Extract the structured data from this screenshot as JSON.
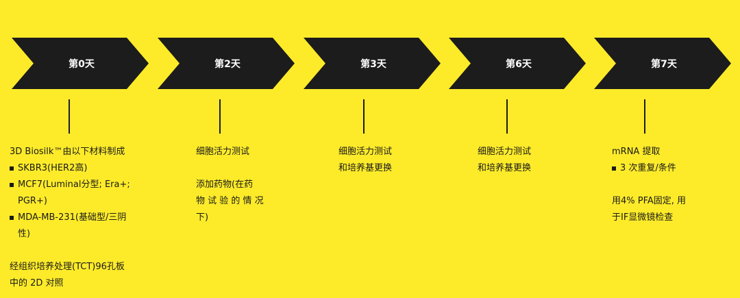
{
  "days": [
    {
      "label": "第0天"
    },
    {
      "label": "第2天"
    },
    {
      "label": "第3天"
    },
    {
      "label": "第6天"
    },
    {
      "label": "第7天"
    }
  ],
  "col0": {
    "l1": "3D Biosilk™由以下材料制成",
    "b1": "SKBR3(HER2高)",
    "b2": "MCF7(Luminal分型; Era+;",
    "b2c": "PGR+)",
    "b3": "MDA-MB-231(基础型/三阴",
    "b3c": "性)",
    "n1": "经组织培养处理(TCT)96孔板",
    "n2": "中的 2D 对照"
  },
  "col1": {
    "l1": "细胞活力测试",
    "l2": "添加药物(在药",
    "l3": "物 试 验 的 情 况",
    "l4": "下)"
  },
  "col2": {
    "l1": "细胞活力测试",
    "l2": "和培养基更换"
  },
  "col3": {
    "l1": "细胞活力测试",
    "l2": "和培养基更换"
  },
  "col4": {
    "l1": "mRNA 提取",
    "b1": "3 次重复/条件",
    "l2": "用4% PFA固定, 用",
    "l3": "于IF显微镜检查"
  }
}
